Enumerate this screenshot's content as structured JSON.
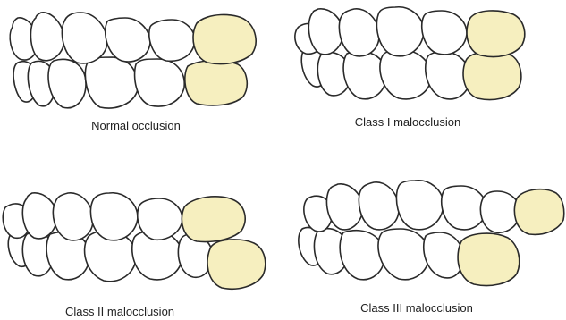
{
  "colors": {
    "highlight": "#f6efbf",
    "outline": "#2a2a2a",
    "caption": "#222222"
  },
  "panels": [
    {
      "caption": "Normal occlusion"
    },
    {
      "caption": "Class I malocclusion"
    },
    {
      "caption": "Class II malocclusion"
    },
    {
      "caption": "Class III malocclusion"
    }
  ]
}
